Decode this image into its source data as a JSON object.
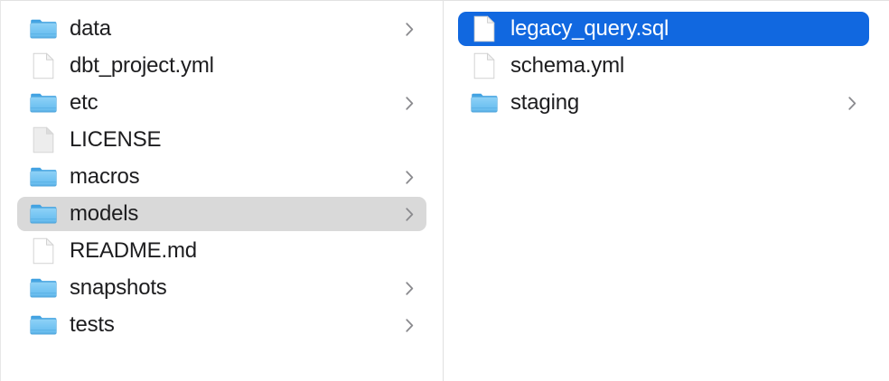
{
  "window": {
    "title": "Finder",
    "view": "column",
    "accent_selected_color": "#1168e0",
    "inactive_selected_color": "#d9d9d9",
    "folder_icon_color": "#6ec2f0",
    "divider_color": "#e0e0e0",
    "text_color": "#1d1d1f",
    "selected_text_color": "#ffffff"
  },
  "columns": [
    {
      "name": "parent-column",
      "items": [
        {
          "label": "data",
          "kind": "folder",
          "icon": "folder-icon",
          "has_chevron": true,
          "selected": false,
          "selection_style": "none"
        },
        {
          "label": "dbt_project.yml",
          "kind": "file",
          "icon": "document-icon",
          "has_chevron": false,
          "selected": false,
          "selection_style": "none"
        },
        {
          "label": "etc",
          "kind": "folder",
          "icon": "folder-icon",
          "has_chevron": true,
          "selected": false,
          "selection_style": "none"
        },
        {
          "label": "LICENSE",
          "kind": "file",
          "icon": "document-plain-icon",
          "has_chevron": false,
          "selected": false,
          "selection_style": "none"
        },
        {
          "label": "macros",
          "kind": "folder",
          "icon": "folder-icon",
          "has_chevron": true,
          "selected": false,
          "selection_style": "none"
        },
        {
          "label": "models",
          "kind": "folder",
          "icon": "folder-icon",
          "has_chevron": true,
          "selected": true,
          "selection_style": "gray"
        },
        {
          "label": "README.md",
          "kind": "file",
          "icon": "document-icon",
          "has_chevron": false,
          "selected": false,
          "selection_style": "none"
        },
        {
          "label": "snapshots",
          "kind": "folder",
          "icon": "folder-icon",
          "has_chevron": true,
          "selected": false,
          "selection_style": "none"
        },
        {
          "label": "tests",
          "kind": "folder",
          "icon": "folder-icon",
          "has_chevron": true,
          "selected": false,
          "selection_style": "none"
        }
      ]
    },
    {
      "name": "models-column",
      "items": [
        {
          "label": "legacy_query.sql",
          "kind": "file",
          "icon": "document-icon",
          "has_chevron": false,
          "selected": true,
          "selection_style": "blue"
        },
        {
          "label": "schema.yml",
          "kind": "file",
          "icon": "document-icon",
          "has_chevron": false,
          "selected": false,
          "selection_style": "none"
        },
        {
          "label": "staging",
          "kind": "folder",
          "icon": "folder-icon",
          "has_chevron": true,
          "selected": false,
          "selection_style": "none"
        }
      ]
    }
  ]
}
